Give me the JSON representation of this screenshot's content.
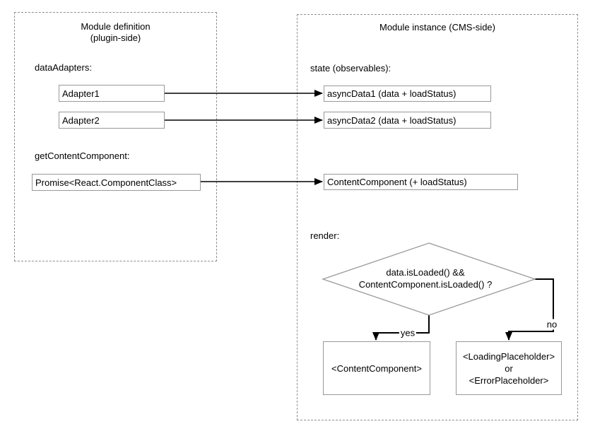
{
  "colors": {
    "box_border": "#999999",
    "panel_dash_border": "#8f8f8f",
    "connector_line": "#000000",
    "text": "#000000",
    "background": "#ffffff"
  },
  "left_panel": {
    "title": "Module definition",
    "subtitle": "(plugin-side)",
    "data_adapters_label": "dataAdapters:",
    "adapter1_box": "Adapter1",
    "adapter2_box": "Adapter2",
    "get_content_component_label": "getContentComponent:",
    "promise_box": "Promise<React.ComponentClass>"
  },
  "right_panel": {
    "title": "Module instance (CMS-side)",
    "state_label": "state (observables):",
    "async_data1_box": "asyncData1 (data + loadStatus)",
    "async_data2_box": "asyncData2 (data + loadStatus)",
    "content_component_box": "ContentComponent (+ loadStatus)",
    "render_label": "render:",
    "decision_diamond": {
      "condition_line1": "data.isLoaded() &&",
      "condition_line2": "ContentComponent.isLoaded() ?"
    },
    "yes_branch_label": "yes",
    "no_branch_label": "no",
    "yes_result_box": "<ContentComponent>",
    "no_result_box": {
      "line1": "<LoadingPlaceholder>",
      "line2": "or",
      "line3": "<ErrorPlaceholder>"
    }
  }
}
